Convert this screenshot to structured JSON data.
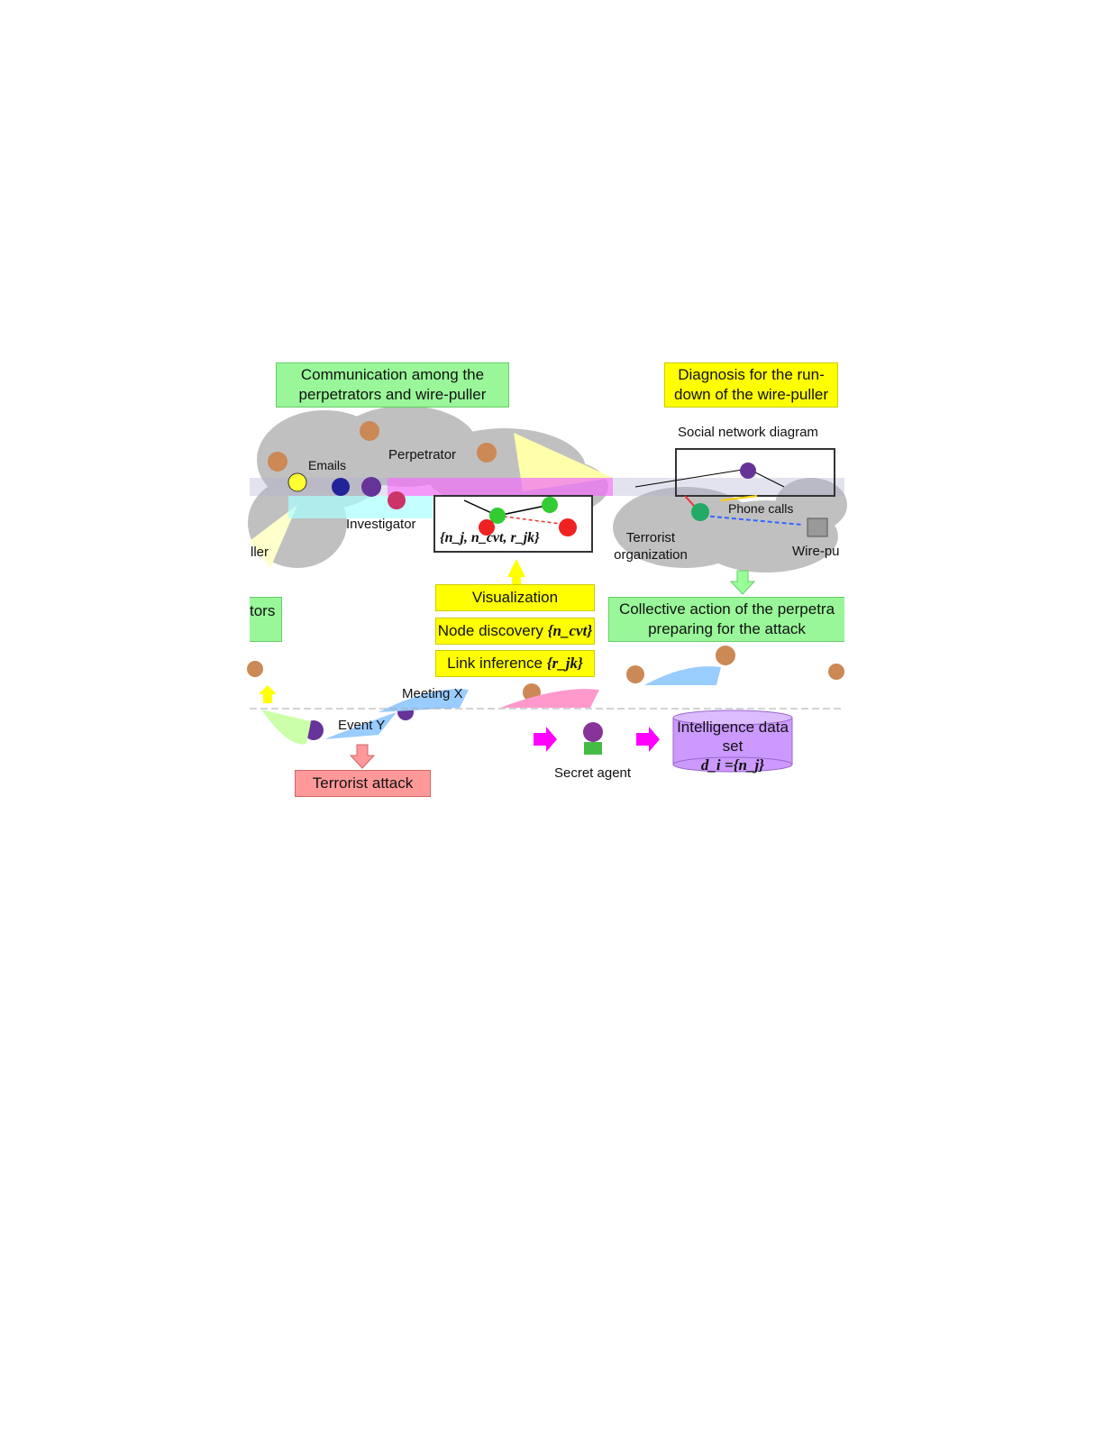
{
  "boxes": {
    "communication": "Communication among the perpetrators and wire-puller",
    "diagnosis": "Diagnosis for the run-down of the wire-puller",
    "visualization": "Visualization",
    "node_discovery": "Node discovery",
    "node_discovery_math": "{n_cvt}",
    "link_inference": "Link inference",
    "link_inference_math": "{r_jk}",
    "perpetrators_partial": "tors",
    "collective_action": "Collective action of the perpetra preparing for the attack",
    "terrorist_attack": "Terrorist attack",
    "intelligence": "Intelligence data set",
    "intelligence_math": "d_i ={n_j}"
  },
  "labels": {
    "emails": "Emails",
    "perpetrator": "Perpetrator",
    "investigator": "Investigator",
    "wire_puller_left": "ller",
    "social_network_diagram": "Social network diagram",
    "phone_calls": "Phone calls",
    "terrorist_organization": "Terrorist organization",
    "wire_puller_right": "Wire-pu",
    "network_math": "{n_j, n_cvt, r_jk}",
    "meeting_x": "Meeting X",
    "event_y": "Event Y",
    "secret_agent": "Secret agent"
  },
  "colors": {
    "green_box": "#99f799",
    "yellow_box": "#ffff00",
    "pink_box": "#ff9999",
    "cloud": "#c0c0c0",
    "cylinder": "#cc99ff",
    "arrow_magenta": "#ff00ff"
  }
}
